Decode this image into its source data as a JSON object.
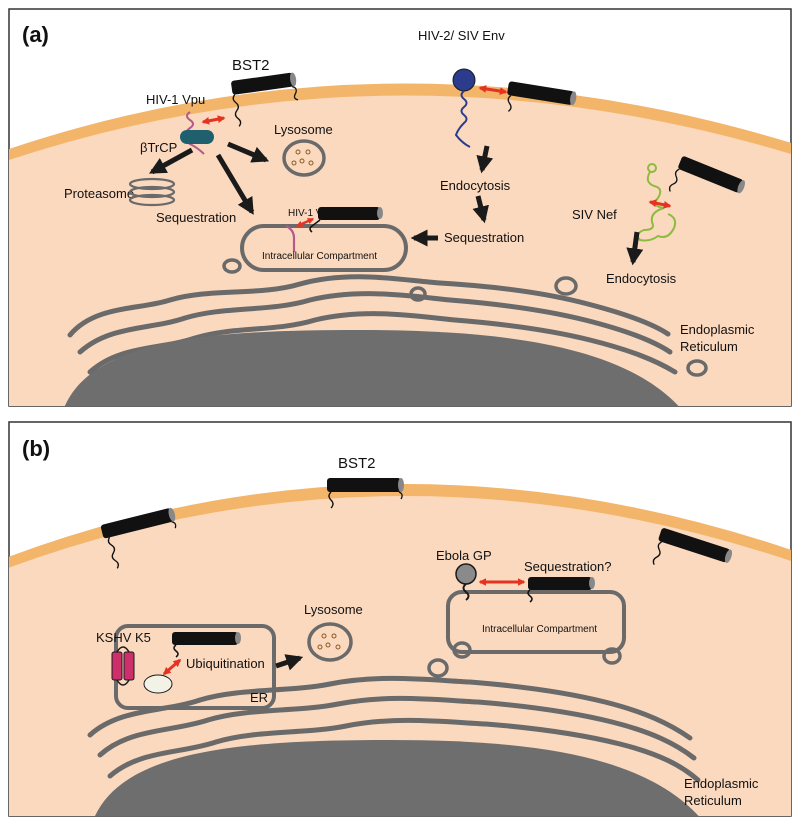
{
  "panels": [
    {
      "letter": "(a)",
      "bst2_label": "BST2",
      "hiv1_vpu": "HIV-1 Vpu",
      "btrcp": "βTrCP",
      "proteasome": "Proteasome",
      "lysosome": "Lysosome",
      "sequestration_left": "Sequestration",
      "hiv1_vpu_small": "HIV-1 Vpu",
      "intracellular_compartment": "Intracellular Compartment",
      "hiv2_env": "HIV-2/ SIV Env",
      "endocytosis_env": "Endocytosis",
      "sequestration_right": "Sequestration",
      "siv_nef": "SIV Nef",
      "endocytosis_nef": "Endocytosis",
      "er_line1": "Endoplasmic",
      "er_line2": "Reticulum"
    },
    {
      "letter": "(b)",
      "bst2_label": "BST2",
      "ebola_gp": "Ebola GP",
      "sequestration_q": "Sequestration?",
      "intracellular_compartment": "Intracellular Compartment",
      "kshv_k5": "KSHV K5",
      "ubiquitination": "Ubiquitination",
      "er_small": "ER",
      "lysosome": "Lysosome",
      "er_line1": "Endoplasmic",
      "er_line2": "Reticulum"
    }
  ],
  "colors": {
    "cytoplasm": "#fbd9bf",
    "membrane": "#f3b56a",
    "nucleus": "#6e6e6e",
    "organelle": "#6a6a6a",
    "bst2": "#111111",
    "arrow_red": "#e53322",
    "vpu": "#b25a8a",
    "btrcp": "#1f5f6e",
    "env": "#2b3c8c",
    "nef": "#8dbb3f",
    "k5": "#cc2f6a",
    "ebola": "#8a8a8a"
  }
}
